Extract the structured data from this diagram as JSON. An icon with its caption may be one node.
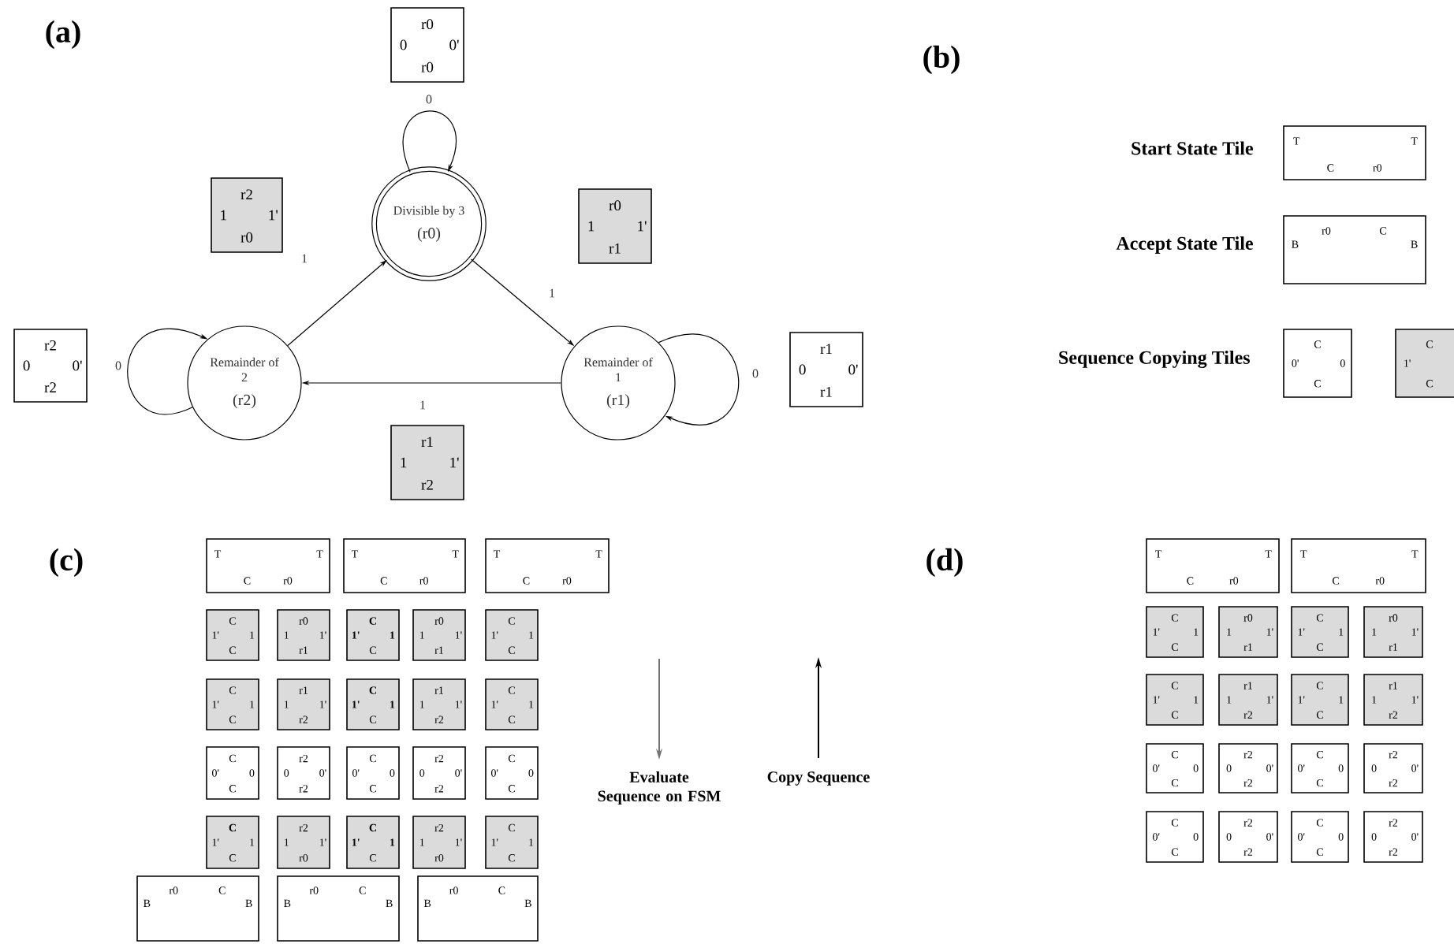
{
  "diagram": {
    "nodes": [
      {
        "text": [
          "r0",
          "0",
          "0'",
          "r0"
        ]
      },
      {
        "text": [
          "Divisible by 3",
          "(r0)"
        ]
      },
      {
        "text": [
          "r2",
          "1",
          "1'",
          "r0"
        ]
      },
      {
        "text": [
          "r0",
          "1",
          "1'",
          "r1"
        ]
      },
      {
        "text": [
          "r2",
          "0",
          "0'",
          "r2"
        ]
      },
      {
        "text": [
          "Remainder of 2",
          "(r2)"
        ]
      },
      {
        "text": [
          "Remainder of 1",
          "(r1)"
        ]
      },
      {
        "text": [
          "r1",
          "0",
          "0'",
          "r1"
        ]
      },
      {
        "text": [
          "r1",
          "1",
          "1'",
          "r2"
        ]
      },
      {
        "text": [
          "T",
          "T",
          "C",
          "r0"
        ],
        "beside": [
          "Start State Tile"
        ]
      },
      {
        "text": [
          "r0",
          "C",
          "B",
          "B"
        ],
        "beside": [
          "Accept State Tile"
        ]
      },
      {
        "text": [
          "C",
          "0'",
          "0",
          "C"
        ]
      },
      {
        "text": [
          "C",
          "1'",
          "C"
        ]
      },
      {
        "text": [
          "T",
          "T",
          "C",
          "r0"
        ]
      },
      {
        "text": [
          "T",
          "T",
          "C",
          "r0"
        ]
      },
      {
        "text": [
          "T",
          "T",
          "C",
          "r0"
        ]
      },
      {
        "text": [
          "C",
          "1'",
          "1",
          "C"
        ]
      },
      {
        "text": [
          "r0",
          "1",
          "1'",
          "r1"
        ]
      },
      {
        "text": [
          "C",
          "1'",
          "1",
          "C"
        ]
      },
      {
        "text": [
          "r0",
          "1",
          "1'",
          "r1"
        ]
      },
      {
        "text": [
          "C",
          "1'",
          "1",
          "C"
        ]
      },
      {
        "text": [
          "C",
          "1'",
          "1",
          "C"
        ]
      },
      {
        "text": [
          "r1",
          "1",
          "1'",
          "r2"
        ]
      },
      {
        "text": [
          "C",
          "1'",
          "1",
          "C"
        ]
      },
      {
        "text": [
          "r1",
          "1",
          "1'",
          "r2"
        ]
      },
      {
        "text": [
          "C",
          "1'",
          "1",
          "C"
        ]
      },
      {
        "text": [
          "C",
          "0'",
          "0",
          "C"
        ]
      },
      {
        "text": [
          "r2",
          "0",
          "0'",
          "r2"
        ]
      },
      {
        "text": [
          "C",
          "0'",
          "0",
          "C"
        ]
      },
      {
        "text": [
          "r2",
          "0",
          "0'",
          "r2"
        ]
      },
      {
        "text": [
          "C",
          "0'",
          "0",
          "C"
        ]
      },
      {
        "text": [
          "C",
          "1'",
          "1",
          "C"
        ]
      },
      {
        "text": [
          "r2",
          "1",
          "1'",
          "r0"
        ]
      },
      {
        "text": [
          "C",
          "1'",
          "1",
          "C"
        ]
      },
      {
        "text": [
          "r2",
          "1",
          "1'",
          "r0"
        ]
      },
      {
        "text": [
          "C",
          "1'",
          "1",
          "C"
        ]
      },
      {
        "text": [
          "r0",
          "C",
          "B",
          "B"
        ]
      },
      {
        "text": [
          "r0",
          "C",
          "B",
          "B"
        ]
      },
      {
        "text": [
          "r0",
          "C",
          "B",
          "B"
        ]
      },
      {
        "text": [
          "T",
          "T",
          "C",
          "r0"
        ]
      },
      {
        "text": [
          "T",
          "T",
          "C",
          "r0"
        ]
      },
      {
        "text": [
          "C",
          "1'",
          "1",
          "C"
        ]
      },
      {
        "text": [
          "r0",
          "1",
          "1'",
          "r1"
        ]
      },
      {
        "text": [
          "C",
          "1'",
          "1",
          "C"
        ]
      },
      {
        "text": [
          "r0",
          "1",
          "1'",
          "r1"
        ]
      },
      {
        "text": [
          "C",
          "1'",
          "1",
          "C"
        ]
      },
      {
        "text": [
          "r1",
          "1",
          "1'",
          "r2"
        ]
      },
      {
        "text": [
          "C",
          "1'",
          "1",
          "C"
        ]
      },
      {
        "text": [
          "r1",
          "1",
          "1'",
          "r2"
        ]
      },
      {
        "text": [
          "C",
          "0'",
          "0",
          "C"
        ]
      },
      {
        "text": [
          "r2",
          "0",
          "0'",
          "r2"
        ]
      },
      {
        "text": [
          "C",
          "0'",
          "0",
          "C"
        ]
      },
      {
        "text": [
          "r2",
          "0",
          "0'",
          "r2"
        ]
      },
      {
        "text": [
          "C",
          "0'",
          "0",
          "C"
        ]
      },
      {
        "text": [
          "r2",
          "0",
          "0'",
          "r2"
        ]
      },
      {
        "text": [
          "C",
          "0'",
          "0",
          "C"
        ]
      },
      {
        "text": [
          "r2",
          "0",
          "0'",
          "r2"
        ]
      }
    ],
    "edges": [
      {
        "from": 1,
        "to": 1,
        "arrow": "to",
        "label": "0"
      },
      {
        "from": 5,
        "to": 1,
        "arrow": "to",
        "label": "1"
      },
      {
        "from": 1,
        "to": 6,
        "arrow": "to",
        "label": "1"
      },
      {
        "from": 6,
        "to": 5,
        "arrow": "to",
        "label": "1"
      },
      {
        "from": 5,
        "to": 5,
        "arrow": "to",
        "label": "0"
      },
      {
        "from": 6,
        "to": 6,
        "arrow": "to",
        "label": "0"
      }
    ],
    "labels": [
      "(a)",
      "(b)",
      "Sequence Copying Tiles",
      "(c)",
      "Evaluate Sequence on FSM",
      "Copy Sequence",
      "(d)"
    ]
  }
}
